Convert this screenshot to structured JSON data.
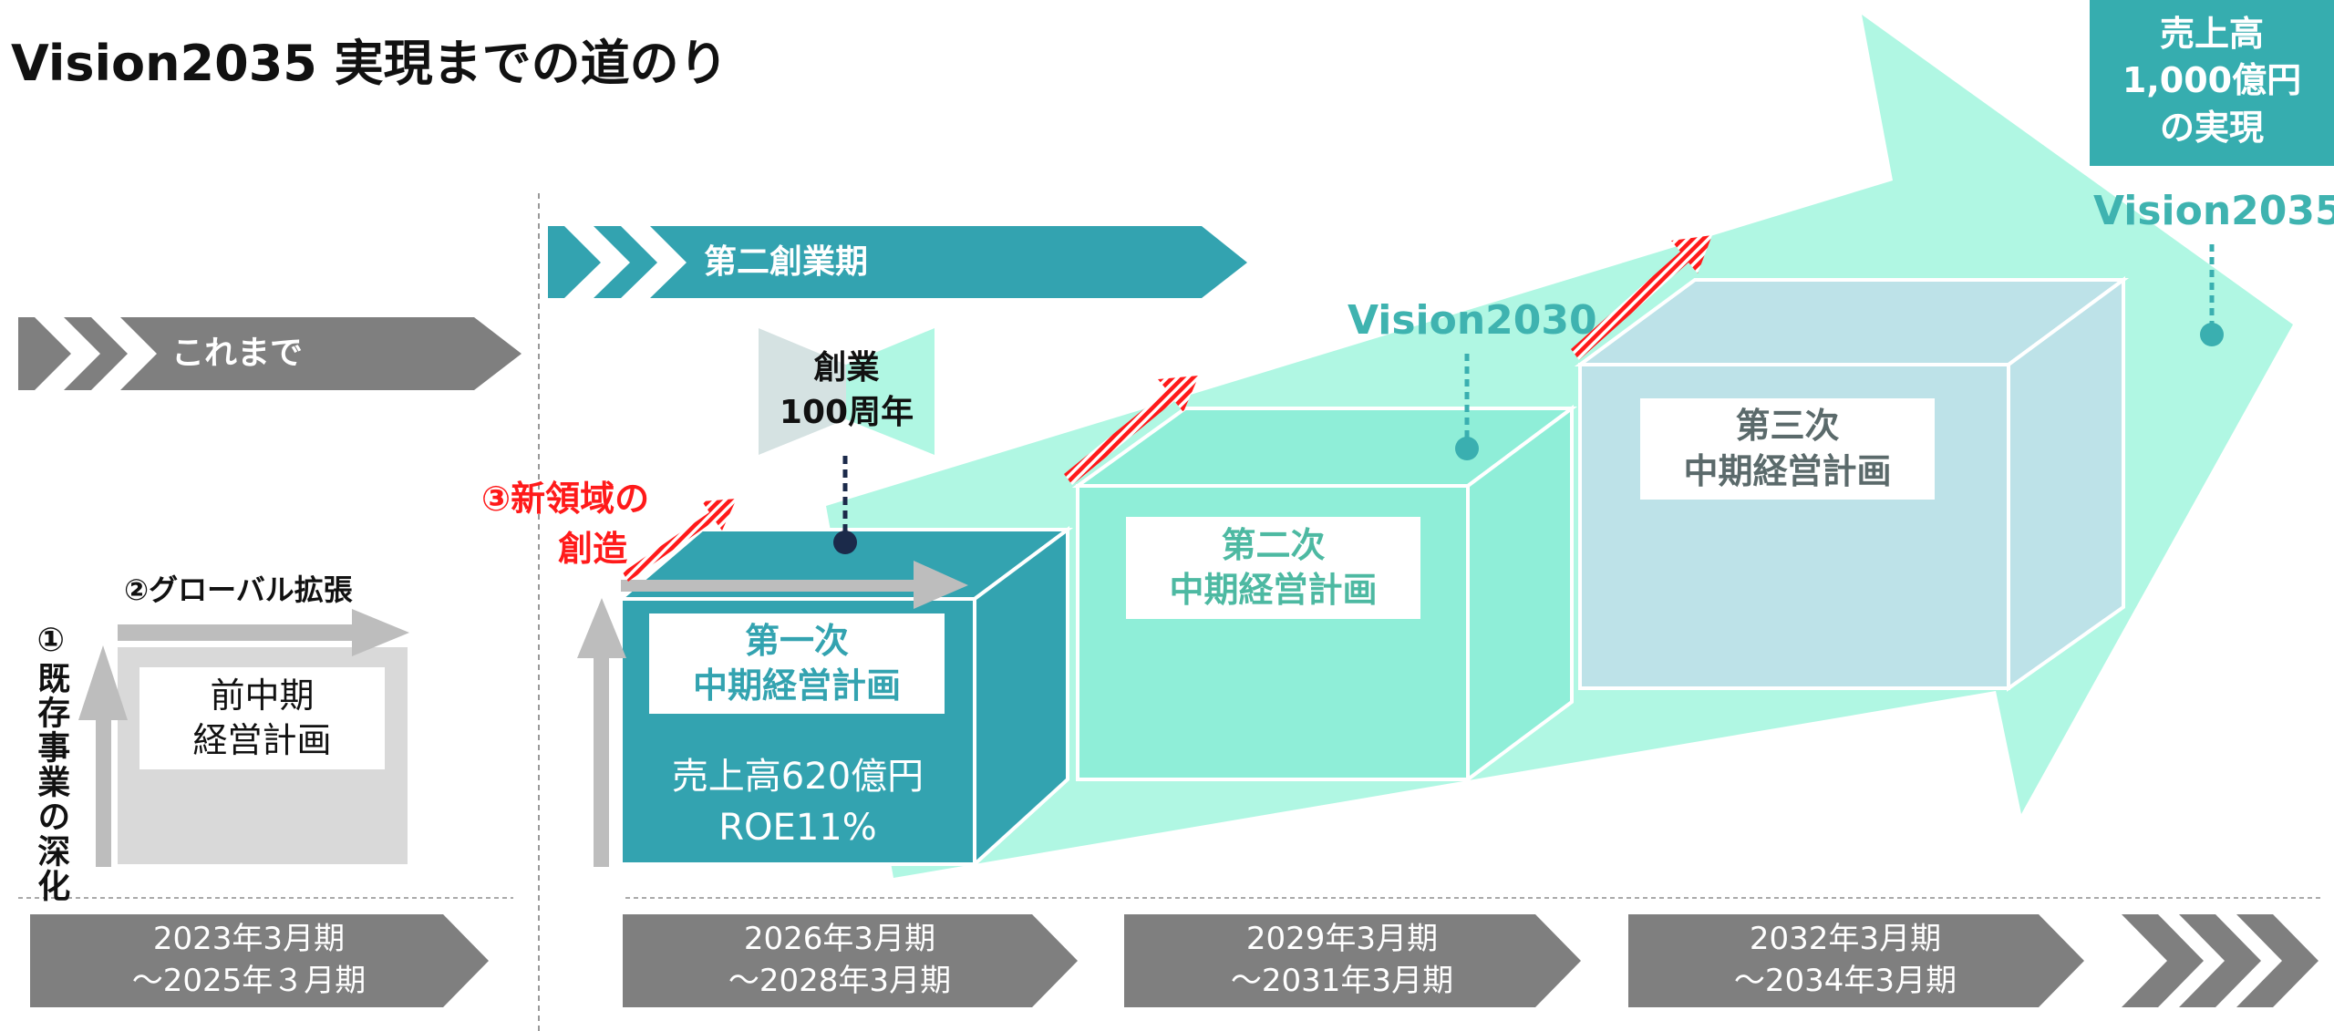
{
  "title": "Vision2035 実現までの道のり",
  "colors": {
    "teal": "#33a3b0",
    "mint_arrow": "#b0f7e3",
    "cube2": "#8feed8",
    "cube3": "#bde2e8",
    "gray_band": "#7f7f7f",
    "red": "#ff1a1a",
    "navy_dot": "#1b2a4a"
  },
  "phases": {
    "past": "これまで",
    "second_founding": "第二創業期"
  },
  "strategies": {
    "s1": "①既存事業の深化",
    "s2": "②グローバル拡張",
    "s3_line1": "③新領域の",
    "s3_line2": "創造"
  },
  "previous_plan": {
    "line1": "前中期",
    "line2": "経営計画"
  },
  "anniversary": {
    "line1": "創業",
    "line2": "100周年"
  },
  "plans": [
    {
      "line1": "第一次",
      "line2": "中期経営計画",
      "target1": "売上高620億円",
      "target2": "ROE11%"
    },
    {
      "line1": "第二次",
      "line2": "中期経営計画"
    },
    {
      "line1": "第三次",
      "line2": "中期経営計画"
    }
  ],
  "milestones": {
    "v2030": "Vision2030",
    "v2035": "Vision2035",
    "goal_line1": "売上高",
    "goal_line2": "1,000億円",
    "goal_line3": "の実現"
  },
  "periods": [
    {
      "line1": "2023年3月期",
      "line2": "～2025年３月期"
    },
    {
      "line1": "2026年3月期",
      "line2": "～2028年3月期"
    },
    {
      "line1": "2029年3月期",
      "line2": "～2031年3月期"
    },
    {
      "line1": "2032年3月期",
      "line2": "～2034年3月期"
    }
  ]
}
